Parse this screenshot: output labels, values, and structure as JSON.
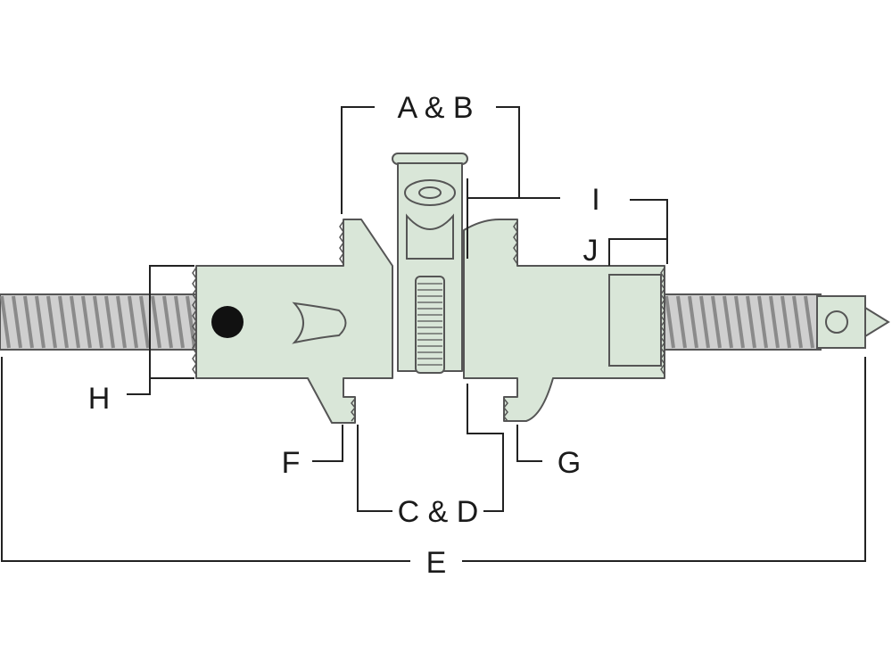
{
  "diagram": {
    "labels": {
      "ab": "A & B",
      "i": "I",
      "j": "J",
      "h": "H",
      "f": "F",
      "g": "G",
      "cd": "C & D",
      "e": "E"
    },
    "colors": {
      "part_fill": "#d9e6d8",
      "rod_fill": "#cfcfcf",
      "outline": "#555555",
      "dim_line": "#222222",
      "pin": "#111111"
    }
  }
}
